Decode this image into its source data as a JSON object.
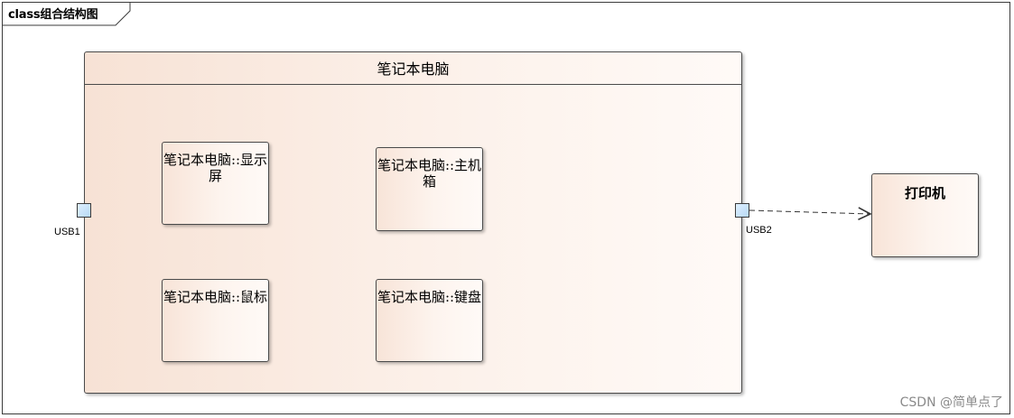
{
  "diagram": {
    "title": "class组合结构图",
    "container": {
      "label": "笔记本电脑"
    },
    "parts": {
      "display": "笔记本电脑::显示屏",
      "host": "笔记本电脑::主机箱",
      "mouse": "笔记本电脑::鼠标",
      "keyboard": "笔记本电脑::键盘"
    },
    "printer": {
      "label": "打印机"
    },
    "ports": {
      "usb1": "USB1",
      "usb2": "USB2"
    },
    "colors": {
      "part_fill_start": "#f8e4d8",
      "part_fill_end": "#fffaf7",
      "port_fill": "#b7d8f5",
      "border": "#4a4a4a"
    }
  },
  "watermark": "CSDN @简单点了"
}
